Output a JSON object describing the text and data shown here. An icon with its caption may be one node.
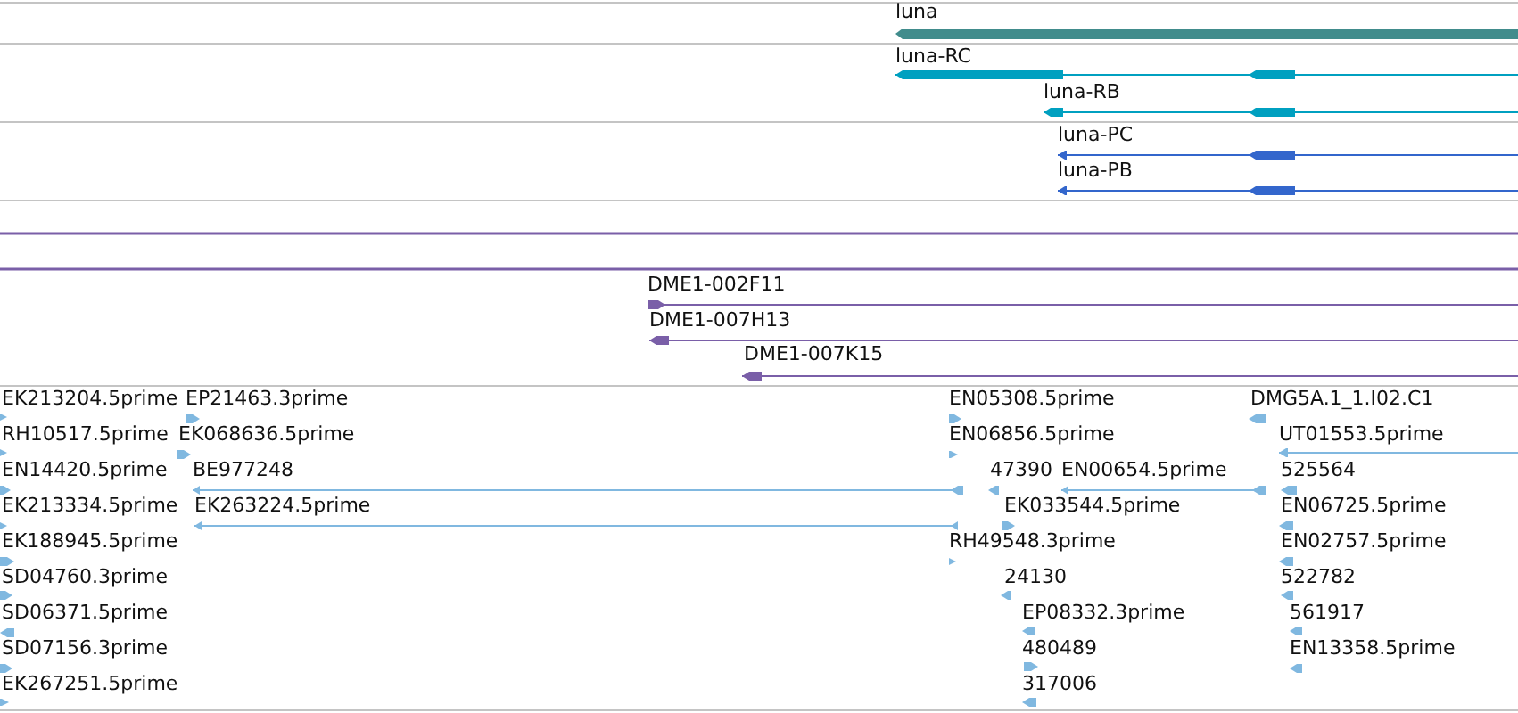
{
  "diagram": {
    "nodes": [
      {
        "text": [
          "luna"
        ]
      },
      {
        "text": [
          "luna-RC"
        ]
      },
      {
        "text": [
          "luna-RB"
        ]
      },
      {
        "text": [
          "luna-PC"
        ]
      },
      {
        "text": [
          "luna-PB"
        ]
      },
      {
        "text": [],
        "shape": "bar"
      },
      {
        "text": [],
        "shape": "bar"
      },
      {
        "text": [
          "DME1-002F11"
        ]
      },
      {
        "text": [
          "DME1-007H13"
        ]
      },
      {
        "text": [
          "DME1-007K15"
        ]
      },
      {
        "text": [
          "EK213204.5prime"
        ]
      },
      {
        "text": [
          "EP21463.3prime"
        ]
      },
      {
        "text": [
          "EN05308.5prime"
        ]
      },
      {
        "text": [
          "DMG5A.1_1.I02.C1"
        ]
      },
      {
        "text": [
          "RH10517.5prime"
        ]
      },
      {
        "text": [
          "EK068636.5prime"
        ]
      },
      {
        "text": [
          "EN06856.5prime"
        ]
      },
      {
        "text": [
          "UT01553.5prime"
        ]
      },
      {
        "text": [
          "EN14420.5prime"
        ]
      },
      {
        "text": [
          "BE977248"
        ]
      },
      {
        "text": [
          "47390"
        ]
      },
      {
        "text": [
          "EN00654.5prime"
        ]
      },
      {
        "text": [
          "525564"
        ]
      },
      {
        "text": [
          "EK213334.5prime"
        ]
      },
      {
        "text": [
          "EK263224.5prime"
        ]
      },
      {
        "text": [
          "EK033544.5prime"
        ]
      },
      {
        "text": [
          "EN06725.5prime"
        ]
      },
      {
        "text": [
          "EK188945.5prime"
        ]
      },
      {
        "text": [
          "RH49548.3prime"
        ]
      },
      {
        "text": [
          "EN02757.5prime"
        ]
      },
      {
        "text": [
          "SD04760.3prime"
        ]
      },
      {
        "text": [
          "24130"
        ]
      },
      {
        "text": [
          "522782"
        ]
      },
      {
        "text": [
          "SD06371.5prime"
        ]
      },
      {
        "text": [
          "EP08332.3prime"
        ]
      },
      {
        "text": [
          "561917"
        ]
      },
      {
        "text": [
          "SD07156.3prime"
        ]
      },
      {
        "text": [
          "480489"
        ]
      },
      {
        "text": [
          "EN13358.5prime"
        ]
      },
      {
        "text": [
          "EK267251.5prime"
        ]
      },
      {
        "text": [
          "317006"
        ]
      }
    ]
  }
}
